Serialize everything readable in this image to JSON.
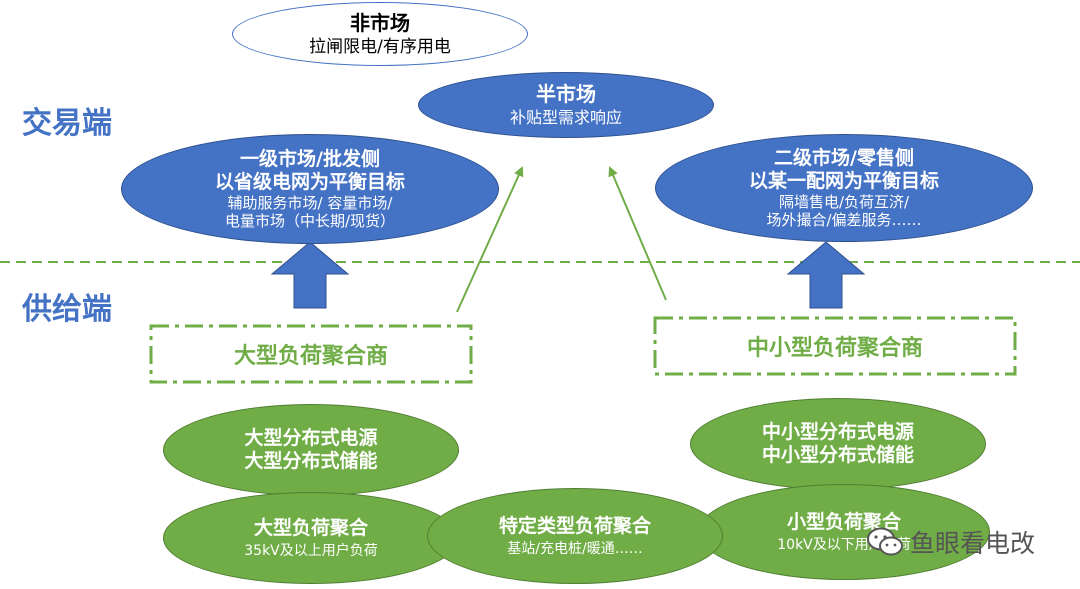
{
  "labels": {
    "trade_side": "交易端",
    "supply_side": "供给端"
  },
  "nodes": {
    "non_market": {
      "title": "非市场",
      "sub": "拉闸限电/有序用电"
    },
    "semi_market": {
      "title": "半市场",
      "sub": "补贴型需求响应"
    },
    "primary_market": {
      "line1": "一级市场/批发侧",
      "line2": "以省级电网为平衡目标",
      "sub1": "辅助服务市场/ 容量市场/",
      "sub2": "电量市场（中长期/现货）"
    },
    "secondary_market": {
      "line1": "二级市场/零售侧",
      "line2": "以某一配网为平衡目标",
      "sub1": "隔墙售电/负荷互济/",
      "sub2": "场外撮合/偏差服务……"
    },
    "large_aggregator": {
      "label": "大型负荷聚合商"
    },
    "small_aggregator": {
      "label": "中小型负荷聚合商"
    },
    "large_distributed": {
      "line1": "大型分布式电源",
      "line2": "大型分布式储能"
    },
    "small_distributed": {
      "line1": "中小型分布式电源",
      "line2": "中小型分布式储能"
    },
    "large_load": {
      "title": "大型负荷聚合",
      "sub": "35kV及以上用户负荷"
    },
    "special_load": {
      "title": "特定类型负荷聚合",
      "sub": "基站/充电桩/暖通……"
    },
    "small_load": {
      "title": "小型负荷聚合",
      "sub": "10kV及以下用户负荷"
    }
  },
  "watermark": {
    "text": "鱼眼看电改",
    "icon": "wechat-icon"
  },
  "colors": {
    "blue": "#4472c4",
    "green": "#70ad47",
    "divider": "#70ad47"
  }
}
